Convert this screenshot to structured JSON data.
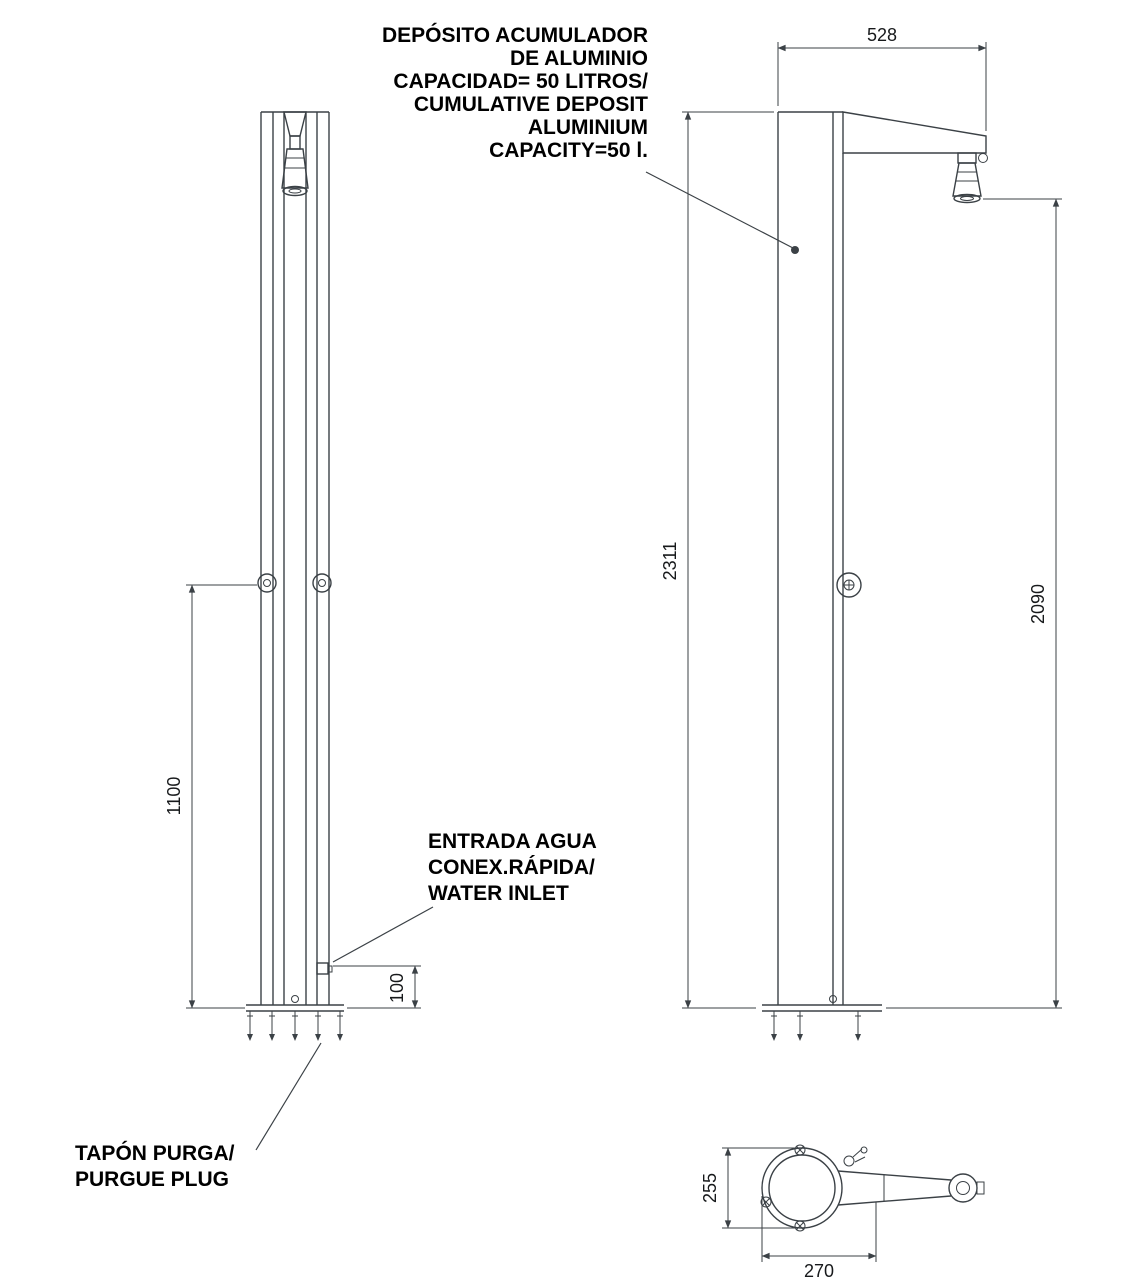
{
  "drawing": {
    "callouts": {
      "deposit": [
        "DEPÓSITO ACUMULADOR",
        "DE ALUMINIO",
        "CAPACIDAD= 50 LITROS/",
        "CUMULATIVE DEPOSIT",
        "ALUMINIUM",
        "CAPACITY=50 l."
      ],
      "water_inlet": [
        "ENTRADA AGUA",
        "CONEX.RÁPIDA/",
        "WATER INLET"
      ],
      "purge_plug": [
        "TAPÓN PURGA/",
        "PURGUE PLUG"
      ]
    },
    "dimensions": {
      "arm_span": "528",
      "overall_height": "2311",
      "head_height": "2090",
      "valve_height": "1100",
      "inlet_offset": "100",
      "plan_depth": "255",
      "plan_width": "270"
    },
    "colors": {
      "line": "#3b4146",
      "label": "#000000",
      "background": "#ffffff"
    }
  }
}
